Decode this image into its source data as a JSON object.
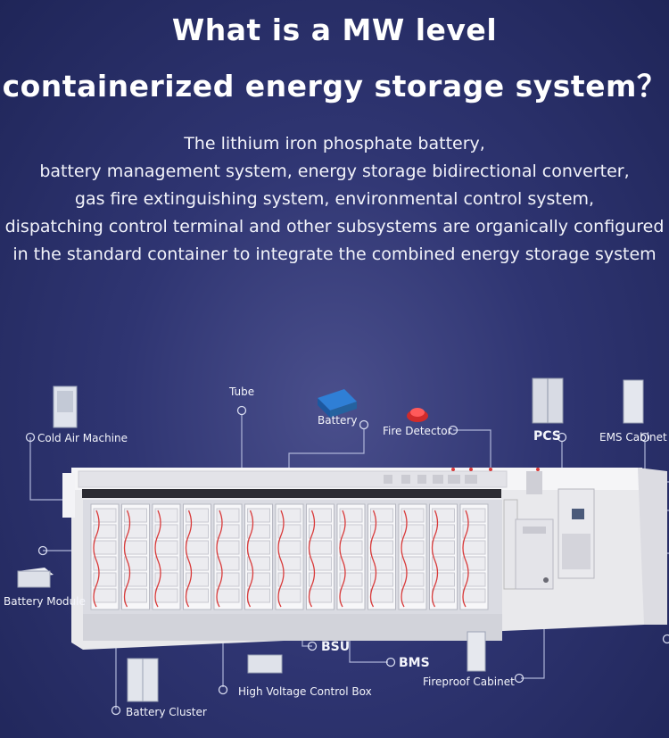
{
  "heading": {
    "line1": "What is a MW level",
    "line2": "containerized energy storage system？"
  },
  "description": [
    "The lithium iron phosphate battery,",
    "battery management system, energy storage bidirectional converter,",
    "gas fire extinguishing system, environmental control system,",
    "dispatching control terminal and other subsystems are organically configured",
    "in the standard container to integrate the combined energy storage system"
  ],
  "labels": {
    "tube": "Tube",
    "battery": "Battery",
    "fire_detector": "Fire Detector",
    "pcs": "PCS",
    "ems_cabinet": "EMS Cabinet",
    "cold_air_machine": "Cold Air Machine",
    "battery_module": "Battery Module",
    "bsu": "BSU",
    "bms": "BMS",
    "fireproof_cabinet": "Fireproof Cabinet",
    "high_voltage_control_box": "High Voltage Control Box",
    "battery_cluster": "Battery Cluster"
  },
  "colors": {
    "accent_red": "#d93a3a",
    "line": "#9aa3c9",
    "container_white": "#f2f2f2"
  }
}
